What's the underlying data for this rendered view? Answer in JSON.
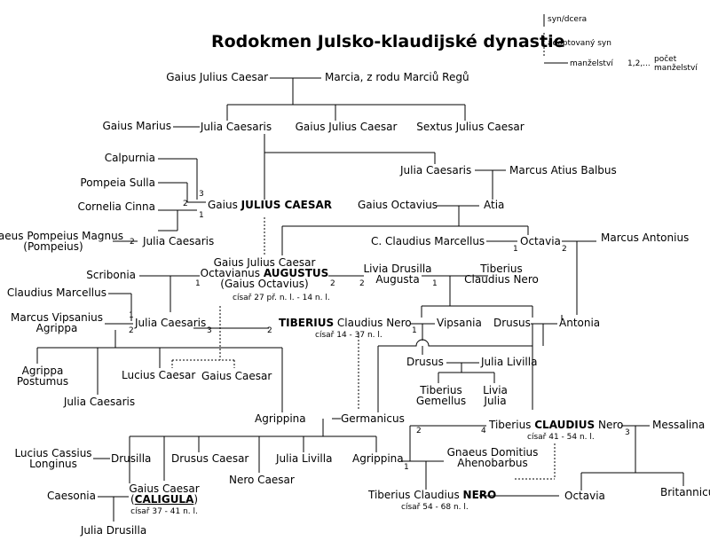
{
  "title": "Rodokmen Julsko-klaudijské dynastie",
  "legend": {
    "child": "syn/dcera",
    "adopted": "adoptovaný syn",
    "marriage": "manželství",
    "count_label": "1,2,...",
    "count_desc1": "počet",
    "count_desc2": "manželství"
  },
  "people": {
    "gjc_elder": "Gaius Julius Caesar",
    "marcia": "Marcia, z rodu Marciů Regů",
    "gaius_marius": "Gaius Marius",
    "julia_c1": "Julia Caesaris",
    "gjc_father": "Gaius Julius Caesar",
    "sextus": "Sextus Julius Caesar",
    "calpurnia": "Calpurnia",
    "pompeia": "Pompeia Sulla",
    "cornelia": "Cornelia Cinna",
    "caesar_pre": "Gaius ",
    "caesar_bold": "JULIUS CAESAR",
    "julia_c2": "Julia Caesaris",
    "balbus": "Marcus Atius Balbus",
    "octavius": "Gaius Octavius",
    "atia": "Atia",
    "pompeius1": "Gnaeus Pompeius Magnus",
    "pompeius2": "(Pompeius)",
    "julia_c3": "Julia Caesaris",
    "marcellus_c": "C. Claudius Marcellus",
    "octavia_m": "Octavia",
    "antonius": "Marcus Antonius",
    "aug1": "Gaius Julius Caesar",
    "aug2_pre": "Octavianus ",
    "aug2_bold": "AUGUSTUS",
    "aug3": "(Gaius Octavius)",
    "aug_reign": "císař 27 př. n. l. - 14 n. l.",
    "scribonia": "Scribonia",
    "livia1": "Livia Drusilla",
    "livia2": "Augusta",
    "tib_nero1": "Tiberius",
    "tib_nero2": "Claudius Nero",
    "claudius_marcellus": "Claudius Marcellus",
    "agrippa1": "Marcus Vipsanius",
    "agrippa2": "Agrippa",
    "julia_c4": "Julia Caesaris",
    "tiberius_bold": "TIBERIUS",
    "tiberius_rest": " Claudius Nero",
    "tiberius_reign": "císař 14 - 37 n. l.",
    "vipsania": "Vipsania",
    "drusus_e": "Drusus",
    "antonia": "Antonia",
    "agr_post1": "Agrippa",
    "agr_post2": "Postumus",
    "lucius": "Lucius Caesar",
    "gaius_c": "Gaius Caesar",
    "julia_c5": "Julia Caesaris",
    "drusus_y": "Drusus",
    "julia_livilla_1": "Julia Livilla",
    "tib_gem1": "Tiberius",
    "tib_gem2": "Gemellus",
    "livia_j1": "Livia",
    "livia_j2": "Julia",
    "agrippina_e": "Agrippina",
    "germanicus": "Germanicus",
    "claudius_pre": "Tiberius ",
    "claudius_bold": "CLAUDIUS",
    "claudius_rest": " Nero",
    "claudius_reign": "císař 41 - 54 n. l.",
    "messalina": "Messalina",
    "lucius_cassius1": "Lucius Cassius",
    "lucius_cassius2": "Longinus",
    "drusilla": "Drusilla",
    "drusus_c": "Drusus Caesar",
    "julia_livilla_2": "Julia Livilla",
    "agrippina_y": "Agrippina",
    "ahenobarbus1": "Gnaeus Domitius",
    "ahenobarbus2": "Ahenobarbus",
    "nero_caesar": "Nero Caesar",
    "caesonia": "Caesonia",
    "caligula1": "Gaius Caesar",
    "caligula2_bold": "CALIGULA",
    "caligula_reign": "císař 37 - 41 n. l.",
    "nero_pre": "Tiberius Claudius ",
    "nero_bold": "NERO",
    "nero_reign": "císař 54 - 68 n. l.",
    "octavia_c": "Octavia",
    "britannicus": "Britannicus",
    "julia_drusilla": "Julia Drusilla"
  },
  "marriage_numbers": {
    "caesar_calpurnia": "3",
    "caesar_pompeia": "2",
    "caesar_cornelia": "1",
    "pompeius": "2",
    "octavia_marcellus": "1",
    "octavia_antonius": "2",
    "aug_scribonia": "1",
    "aug_livia": "2",
    "livia_aug": "2",
    "livia_tib": "1",
    "julia_marcellus": "1",
    "julia_agrippa": "2",
    "julia_tiberius_j": "3",
    "julia_tiberius_t": "2",
    "tib_vipsania": "1",
    "claudius_agrippina": "4",
    "claudius_other": "2",
    "claudius_messalina": "3",
    "agrippina_ahenobarbus": "1"
  }
}
